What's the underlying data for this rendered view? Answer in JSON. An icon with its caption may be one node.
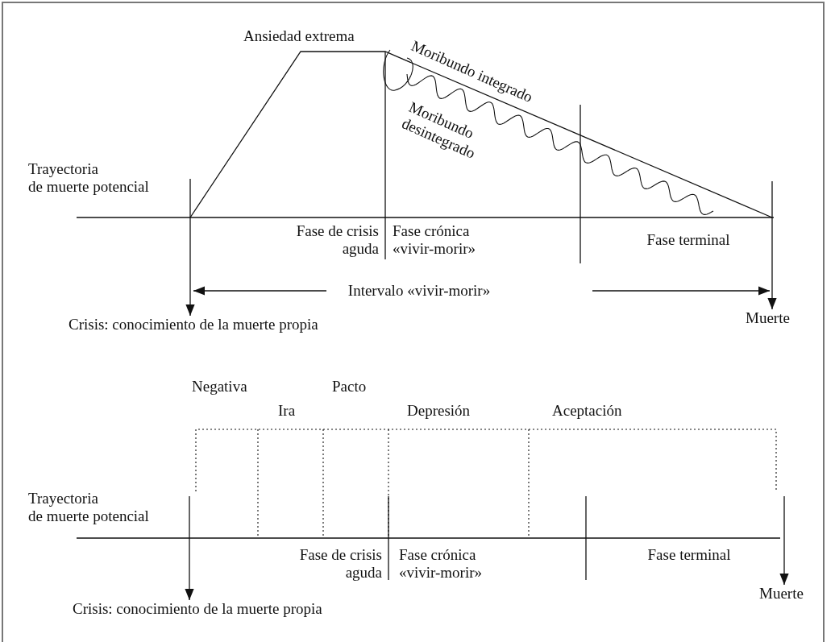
{
  "diagram": {
    "nodes": [
      {
        "text": [
          "Crisis: conocimiento de la muerte propia"
        ]
      },
      {
        "text": [
          "Muerte"
        ]
      },
      {
        "text": [
          "Crisis: conocimiento de la muerte propia"
        ]
      },
      {
        "text": [
          "Muerte"
        ]
      }
    ],
    "edges": [
      {
        "from": null,
        "to": 0,
        "arrow": "to"
      },
      {
        "from": null,
        "to": 1,
        "arrow": "to"
      },
      {
        "from": null,
        "to": 2,
        "arrow": "to"
      },
      {
        "from": null,
        "to": 3,
        "arrow": "to"
      }
    ],
    "labels": [
      "Ansiedad extrema",
      "Moribundo integrado",
      "Trayectoria de muerte potencial",
      "Moribundo desintegrado",
      "Fase de crisis aguda",
      "Fase crónica «vivir-morir»",
      "Fase terminal",
      "Intervalo «vivir-morir»",
      "Negativa",
      "Pacto",
      "Ira",
      "Depresión",
      "Aceptación",
      "Trayectoria de muerte potencial",
      "Fase de crisis aguda",
      "Fase crónica «vivir-morir»",
      "Fase terminal"
    ]
  }
}
